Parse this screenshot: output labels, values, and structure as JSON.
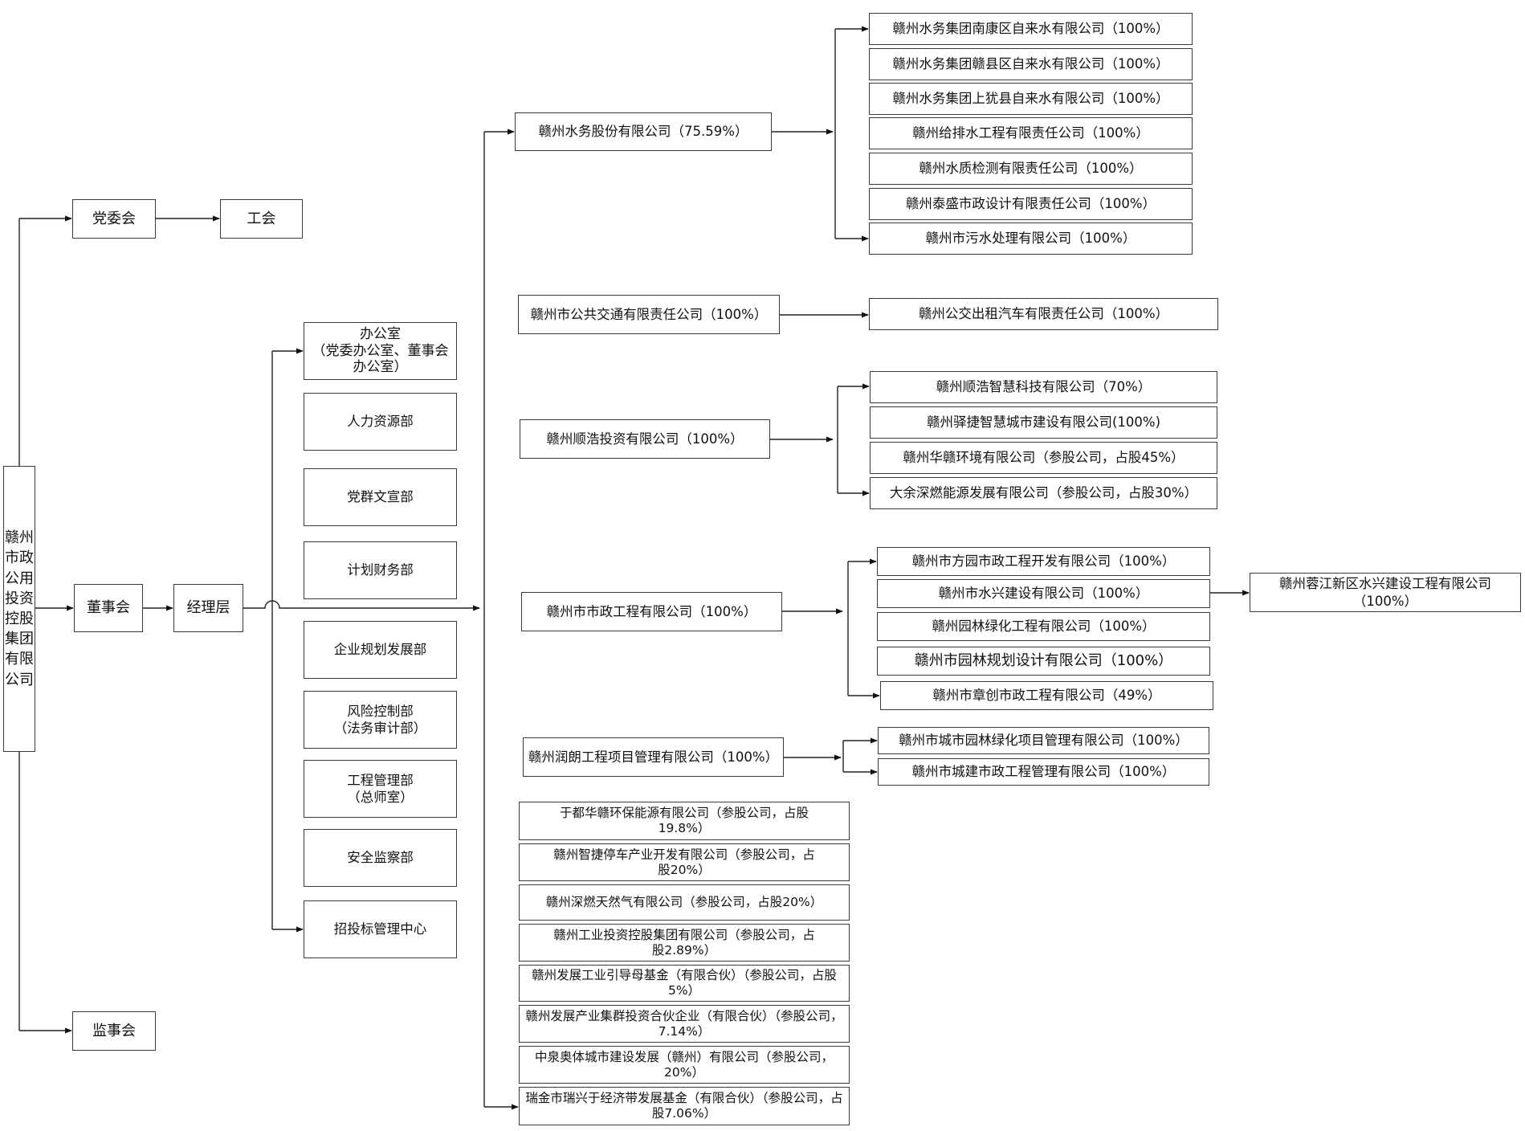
{
  "left": {
    "root": "赣州市政公用投资控股集团有限公司",
    "party": "党委会",
    "union": "工会",
    "board": "董事会",
    "management": "经理层",
    "supervisors": "监事会"
  },
  "departments": [
    "办公室\n（党委办公室、董事会办公室）",
    "人力资源部",
    "党群文宣部",
    "计划财务部",
    "企业规划发展部",
    "风险控制部\n（法务审计部）",
    "工程管理部\n（总师室）",
    "安全监察部",
    "招投标管理中心"
  ],
  "water": {
    "name": "赣州水务股份有限公司（75.59%）",
    "subs": [
      "赣州水务集团南康区自来水有限公司（100%）",
      "赣州水务集团赣县区自来水有限公司（100%）",
      "赣州水务集团上犹县自来水有限公司（100%）",
      "赣州给排水工程有限责任公司（100%）",
      "赣州水质检测有限责任公司（100%）",
      "赣州泰盛市政设计有限责任公司（100%）",
      "赣州市污水处理有限公司（100%）"
    ]
  },
  "bus": {
    "name": "赣州市公共交通有限责任公司（100%）",
    "sub": "赣州公交出租汽车有限责任公司（100%）"
  },
  "shunhao": {
    "name": "赣州顺浩投资有限公司（100%）",
    "subs": [
      "赣州顺浩智慧科技有限公司（70%）",
      "赣州驿捷智慧城市建设有限公司(100%)",
      "赣州华赣环境有限公司（参股公司，占股45%）",
      "大余深燃能源发展有限公司（参股公司，占股30%）"
    ]
  },
  "municipal": {
    "name": "赣州市市政工程有限公司（100%）",
    "subs": [
      "赣州市方园市政工程开发有限公司（100%）",
      "赣州市水兴建设有限公司（100%）",
      "赣州园林绿化工程有限公司（100%）",
      "赣州市园林规划设计有限公司（100%）",
      "赣州市章创市政工程有限公司（49%）"
    ],
    "grandchild": "赣州蓉江新区水兴建设工程有限公司（100%）"
  },
  "runlang": {
    "name": "赣州润朗工程项目管理有限公司（100%）",
    "subs": [
      "赣州市城市园林绿化项目管理有限公司（100%）",
      "赣州市城建市政工程管理有限公司（100%）"
    ]
  },
  "stakes": [
    "于都华赣环保能源有限公司（参股公司，占股19.8%）",
    "赣州智捷停车产业开发有限公司（参股公司，占股20%）",
    "赣州深燃天然气有限公司（参股公司，占股20%）",
    "赣州工业投资控股集团有限公司（参股公司，占股2.89%）",
    "赣州发展工业引导母基金（有限合伙）（参股公司，占股5%）",
    "赣州发展产业集群投资合伙企业（有限合伙）（参股公司，7.14%）",
    "中泉奥体城市建设发展（赣州）有限公司（参股公司，20%）",
    "瑞金市瑞兴于经济带发展基金（有限合伙）（参股公司，占股7.06%）"
  ]
}
